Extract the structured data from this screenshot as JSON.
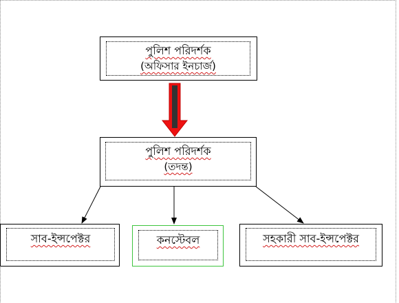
{
  "diagram": {
    "top_box": {
      "title": "পুলিশ পরিদর্শক",
      "subtitle": "(অফিসার ইনচার্জ)"
    },
    "middle_box": {
      "title": "পুলিশ পরিদর্শক",
      "subtitle": "(তদন্ত)"
    },
    "bottom_boxes": [
      {
        "label": "সাব-ইন্সপেক্টর"
      },
      {
        "label": "কনস্টেবল"
      },
      {
        "label": "সহকারী সাব-ইন্সপেক্টর"
      }
    ],
    "colors": {
      "arrow_fill": "#ee1111",
      "arrow_shaft": "#333333",
      "highlight_border": "#3ec43e",
      "spell_underline": "#d42020"
    }
  }
}
